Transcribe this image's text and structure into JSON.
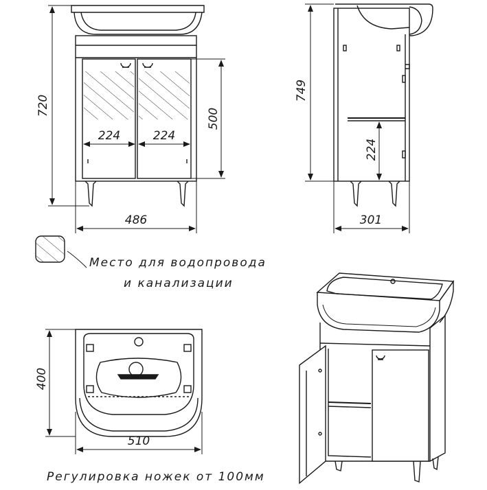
{
  "dimensions": {
    "front_height": "720",
    "door_height": "500",
    "left_door_width": "224",
    "right_door_width": "224",
    "front_width": "486",
    "side_height": "749",
    "shelf_height": "224",
    "side_depth": "301",
    "top_depth": "400",
    "top_width": "510"
  },
  "legend": {
    "line1": "Место для водопровода",
    "line2": "и канализации"
  },
  "footer": {
    "note": "Регулировка ножек от 100мм"
  },
  "colors": {
    "line": "#1a1a1a",
    "hatch": "#444444",
    "fill_shade": "#eeeeee"
  }
}
